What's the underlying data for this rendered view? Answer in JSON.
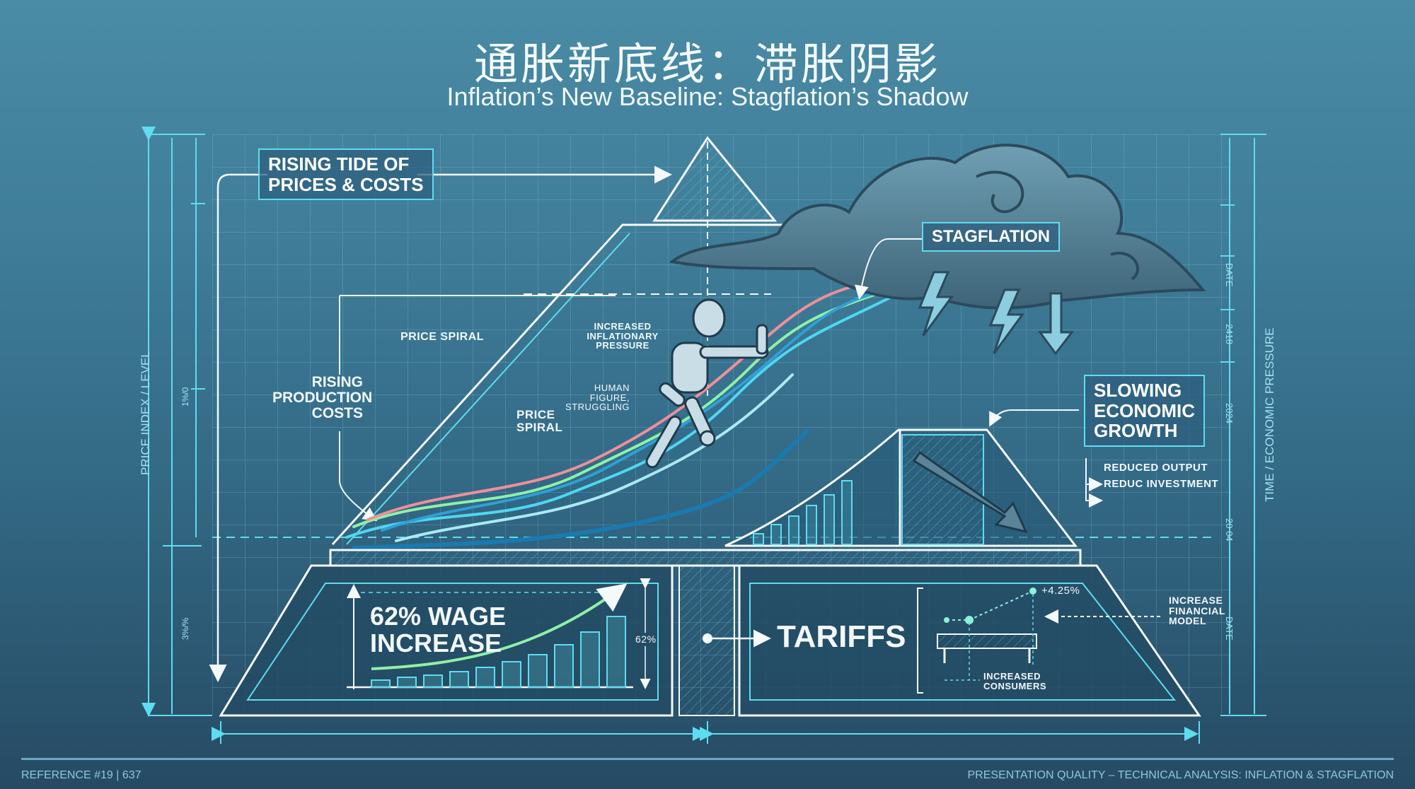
{
  "header": {
    "title_zh": "通胀新底线：滞胀阴影",
    "title_en": "Inflation’s New Baseline: Stagflation’s Shadow"
  },
  "labels": {
    "rising_tide": [
      "RISING TIDE OF",
      "PRICES & COSTS"
    ],
    "stagflation": "STAGFLATION",
    "price_spiral_top": "PRICE SPIRAL",
    "price_spiral_bottom": [
      "PRICE",
      "SPIRAL"
    ],
    "rising_production_costs": [
      "RISING",
      "PRODUCTION",
      "COSTS"
    ],
    "increased_inflationary_pressure": [
      "INCREASED",
      "INFLATIONARY",
      "PRESSURE"
    ],
    "human_figure": [
      "HUMAN FIGURE,",
      "STRUGGLING"
    ],
    "slowing_growth": [
      "SLOWING",
      "ECONOMIC",
      "GROWTH"
    ],
    "reduced_output": "REDUCED OUTPUT",
    "reduced_investment": "REDUC INVESTMENT",
    "wage_increase": [
      "62% WAGE",
      "INCREASE"
    ],
    "wage_dimension": "62%",
    "tariffs": "TARIFFS",
    "tariff_point": "+4.25%",
    "increased_consumers": [
      "INCREASED",
      "CONSUMERS"
    ],
    "increase_financial_model": [
      "INCREASE",
      "FINANCIAL",
      "MODEL"
    ]
  },
  "axes": {
    "left_title": "PRICE INDEX / LEVEL",
    "left_ticks": [
      "1%/0",
      "3%/%"
    ],
    "right_title": "TIME / ECONOMIC PRESSURE",
    "right_ticks": [
      "DATE",
      "2418",
      "2024",
      "20 04",
      "DATE"
    ]
  },
  "footer": {
    "reference": "REFERENCE #19 | 637",
    "caption": "PRESENTATION QUALITY – TECHNICAL ANALYSIS: INFLATION & STAGFLATION"
  },
  "colors": {
    "accent_cyan": "#5fdcef",
    "line_white": "#f4f9fb",
    "bg_top": "#4a8ba5",
    "bg_bottom": "#264a63",
    "cloud": "#5e8ea3",
    "wage_curve": "#8ff0a8"
  },
  "wage_chart": {
    "bars": [
      6,
      9,
      12,
      15,
      19,
      24,
      30,
      37,
      45,
      55,
      66
    ]
  },
  "growth_chart": {
    "bars": [
      10,
      18,
      27,
      38,
      50,
      66
    ]
  }
}
